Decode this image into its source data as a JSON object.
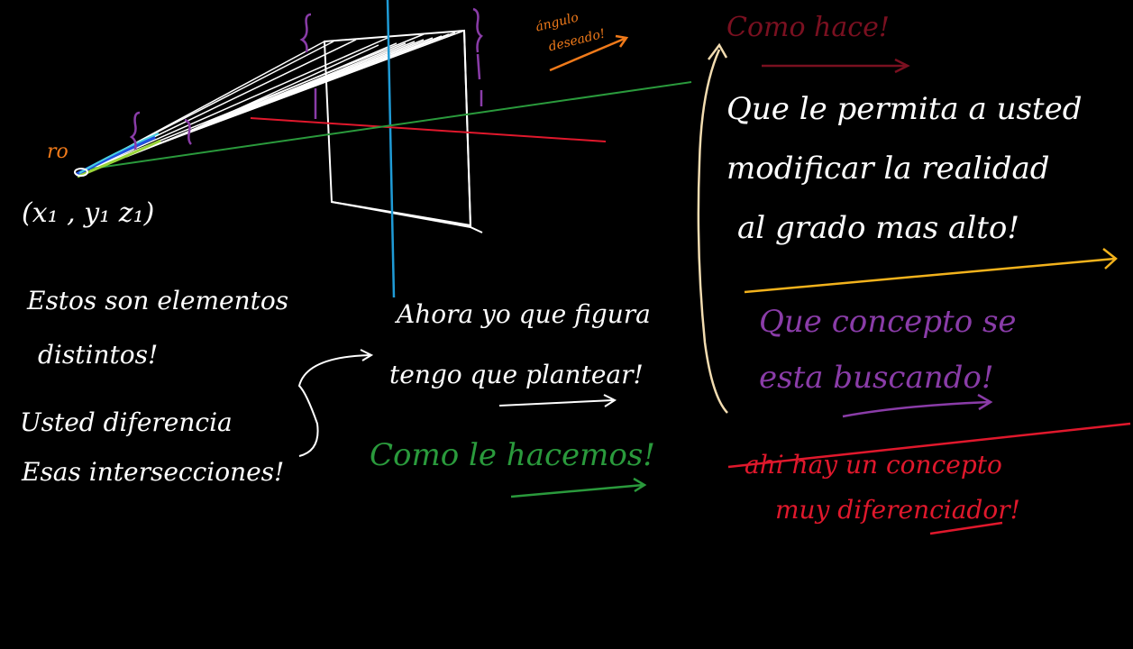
{
  "colors": {
    "background": "#000000",
    "ink_white": "#ffffff",
    "ink_blue": "#1f9bd6",
    "ink_green": "#2a9a3c",
    "ink_red": "#e0182c",
    "ink_darkred": "#7a1020",
    "ink_purple": "#8a3ca8",
    "ink_orange": "#f07a1a",
    "ink_yellow": "#f2b21c",
    "ink_cream": "#f2dcb0"
  },
  "notes": {
    "ro": "ro",
    "coords": "(x₁ , y₁ z₁)",
    "angulo_line1": "ángulo",
    "angulo_line2": "deseado!",
    "estos_line1": "Estos son elementos",
    "estos_line2": "distintos!",
    "usted_line1": "Usted diferencia",
    "usted_line2": "Esas intersecciones!",
    "ahora_line1": "Ahora yo que figura",
    "ahora_line2": "tengo que plantear!",
    "como_le_hacemos": "Como le hacemos!",
    "como_hace": "Como hace!",
    "que_le_line1": "Que le permita a usted",
    "que_le_line2": "modificar la realidad",
    "que_le_line3": "al grado mas alto!",
    "que_concepto_line1": "Que concepto se",
    "que_concepto_line2": "esta buscando!",
    "ahi_hay_line1": "ahi hay un concepto",
    "ahi_hay_line2": "muy diferenciador!"
  }
}
